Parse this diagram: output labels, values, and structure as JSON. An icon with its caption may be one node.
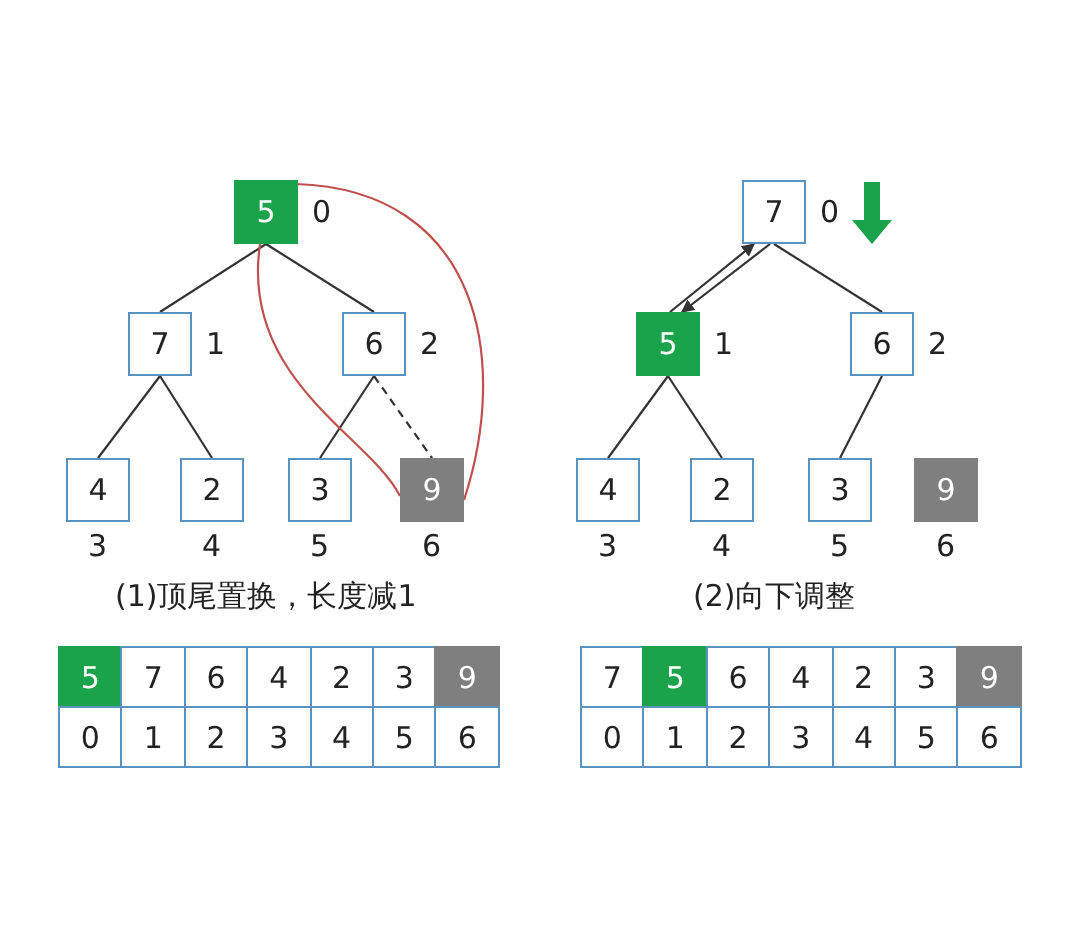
{
  "diagram": {
    "nodes": [
      {
        "text": [
          "5"
        ],
        "beside": [
          "0"
        ]
      },
      {
        "text": [
          "7"
        ],
        "beside": [
          "1"
        ]
      },
      {
        "text": [
          "6"
        ],
        "beside": [
          "2"
        ]
      },
      {
        "text": [
          "4"
        ],
        "beside": [
          "3"
        ]
      },
      {
        "text": [
          "2"
        ],
        "beside": [
          "4"
        ]
      },
      {
        "text": [
          "3"
        ],
        "beside": [
          "5"
        ]
      },
      {
        "text": [
          "9"
        ],
        "beside": [
          "6"
        ]
      },
      {
        "text": [
          "7"
        ],
        "beside": [
          "0"
        ]
      },
      {
        "text": [
          "5"
        ],
        "beside": [
          "1"
        ]
      },
      {
        "text": [
          "6"
        ],
        "beside": [
          "2"
        ]
      },
      {
        "text": [
          "4"
        ],
        "beside": [
          "3"
        ]
      },
      {
        "text": [
          "2"
        ],
        "beside": [
          "4"
        ]
      },
      {
        "text": [
          "3"
        ],
        "beside": [
          "5"
        ]
      },
      {
        "text": [
          "9"
        ],
        "beside": [
          "6"
        ]
      }
    ],
    "edges": [
      {
        "from": 0,
        "to": 1,
        "arrow": "none"
      },
      {
        "from": 0,
        "to": 2,
        "arrow": "none"
      },
      {
        "from": 1,
        "to": 3,
        "arrow": "none"
      },
      {
        "from": 1,
        "to": 4,
        "arrow": "none"
      },
      {
        "from": 2,
        "to": 5,
        "arrow": "none"
      },
      {
        "from": 2,
        "to": 6,
        "arrow": "none",
        "style": "dashed"
      },
      {
        "from": 0,
        "to": 6,
        "arrow": "none",
        "color": "#c0504d"
      },
      {
        "from": 0,
        "to": 6,
        "arrow": "none",
        "color": "#c0504d"
      },
      {
        "from": 8,
        "to": 7,
        "arrow": "to"
      },
      {
        "from": 7,
        "to": 8,
        "arrow": "to"
      },
      {
        "from": 7,
        "to": 9,
        "arrow": "none"
      },
      {
        "from": 8,
        "to": 10,
        "arrow": "none"
      },
      {
        "from": 8,
        "to": 11,
        "arrow": "none"
      },
      {
        "from": 9,
        "to": 12,
        "arrow": "none"
      }
    ],
    "labels": [
      "(1)顶尾置换，长度减1",
      "(2)向下调整",
      "5",
      "7",
      "6",
      "4",
      "2",
      "3",
      "9",
      "0",
      "1",
      "2",
      "3",
      "4",
      "5",
      "6",
      "7",
      "5",
      "6",
      "4",
      "2",
      "3",
      "9",
      "0",
      "1",
      "2",
      "3",
      "4",
      "5",
      "6"
    ]
  }
}
